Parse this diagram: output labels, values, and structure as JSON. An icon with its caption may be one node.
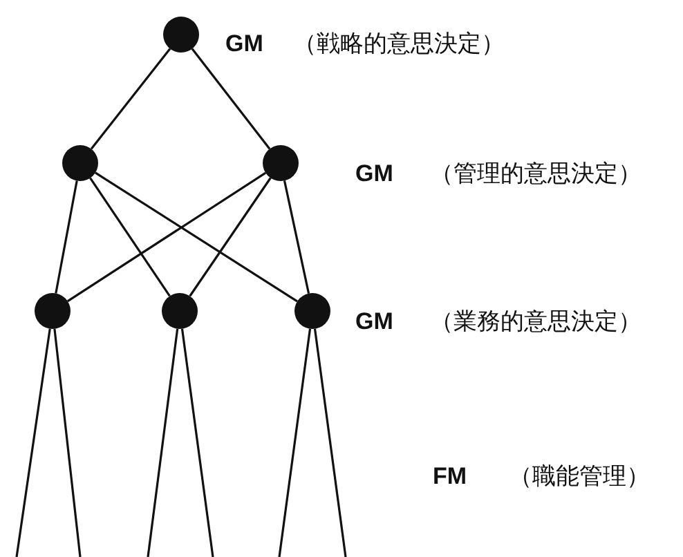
{
  "diagram": {
    "nodes": [
      {
        "text": [],
        "shape": "circle"
      },
      {
        "text": [],
        "shape": "circle"
      },
      {
        "text": [],
        "shape": "circle"
      },
      {
        "text": [],
        "shape": "circle"
      },
      {
        "text": [],
        "shape": "circle"
      },
      {
        "text": [],
        "shape": "circle"
      }
    ],
    "edges": [
      {
        "from": 0,
        "to": 1,
        "arrow": "none"
      },
      {
        "from": 0,
        "to": 2,
        "arrow": "none"
      },
      {
        "from": 1,
        "to": 3,
        "arrow": "none"
      },
      {
        "from": 1,
        "to": 4,
        "arrow": "none"
      },
      {
        "from": 1,
        "to": 5,
        "arrow": "none"
      },
      {
        "from": 2,
        "to": 3,
        "arrow": "none"
      },
      {
        "from": 2,
        "to": 4,
        "arrow": "none"
      },
      {
        "from": 2,
        "to": 5,
        "arrow": "none"
      },
      {
        "from": 3,
        "to": null,
        "arrow": "none"
      },
      {
        "from": 3,
        "to": null,
        "arrow": "none"
      },
      {
        "from": 4,
        "to": null,
        "arrow": "none"
      },
      {
        "from": 4,
        "to": null,
        "arrow": "none"
      },
      {
        "from": 5,
        "to": null,
        "arrow": "none"
      },
      {
        "from": 5,
        "to": null,
        "arrow": "none"
      }
    ],
    "labels": [
      "GM",
      "（戦略的意思決定）",
      "GM",
      "（管理的意思決定）",
      "GM",
      "（業務的意思決定）",
      "FM",
      "（職能管理）"
    ]
  }
}
